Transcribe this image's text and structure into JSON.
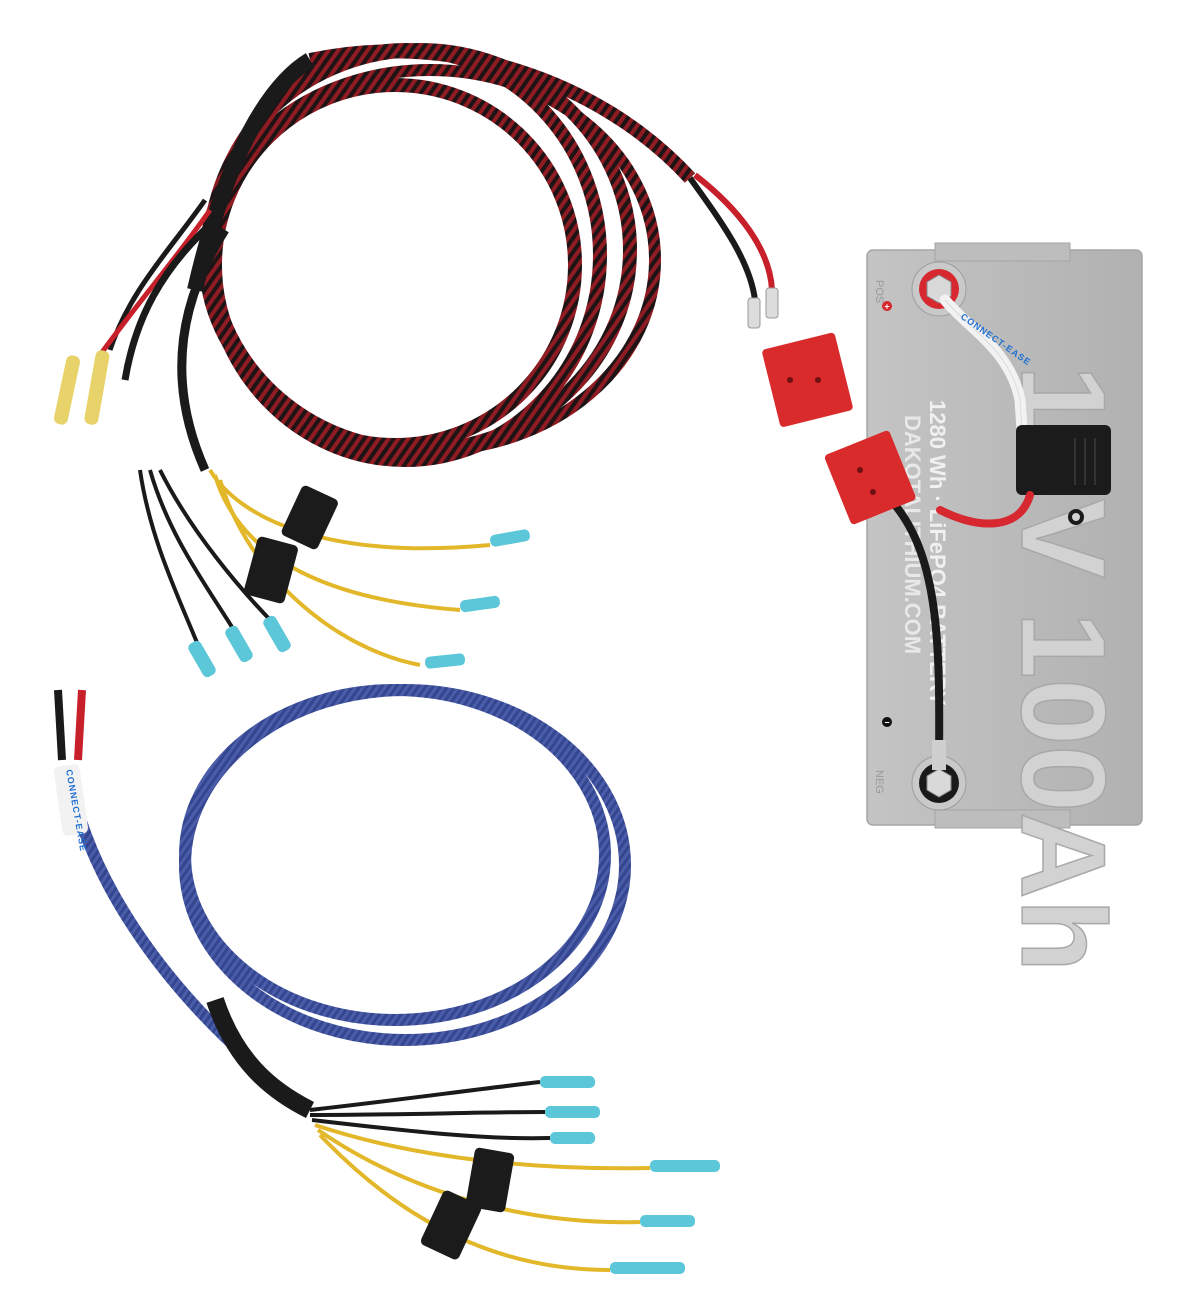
{
  "image": {
    "description": "Product photo of two battery wiring harnesses and a lithium battery with Anderson-style connector",
    "background_color": "#ffffff"
  },
  "battery": {
    "voltage_capacity": "12V 100Ah",
    "spec_line": "1280 Wh · LiFePO4 BATTERY",
    "brand_url": "DAKOTALITHIUM.COM",
    "positive_label": "POS",
    "negative_label": "NEG",
    "positive_symbol": "+",
    "negative_symbol": "−",
    "body_color": "#b9b9b9"
  },
  "harness_red": {
    "sleeve_colors": [
      "#8b1a1f",
      "#1c1c1c"
    ],
    "connector_color": "#d92b2b",
    "fuse_holders": 2,
    "ring_terminals": 2,
    "yellow_leads": 3,
    "black_leads": 3,
    "butt_connectors": 2
  },
  "harness_blue": {
    "sleeve_color": "#3b4f9a",
    "label": "CONNECT-EASE",
    "fuse_holders": 2,
    "yellow_leads": 3,
    "black_leads": 3
  },
  "colors": {
    "wire_red": "#c8202a",
    "wire_black": "#1a1a1a",
    "wire_yellow": "#e3b72a",
    "terminal_blue": "#5cc7d9",
    "terminal_yellow": "#e8d36a",
    "fuse_black": "#1b1b1b"
  }
}
